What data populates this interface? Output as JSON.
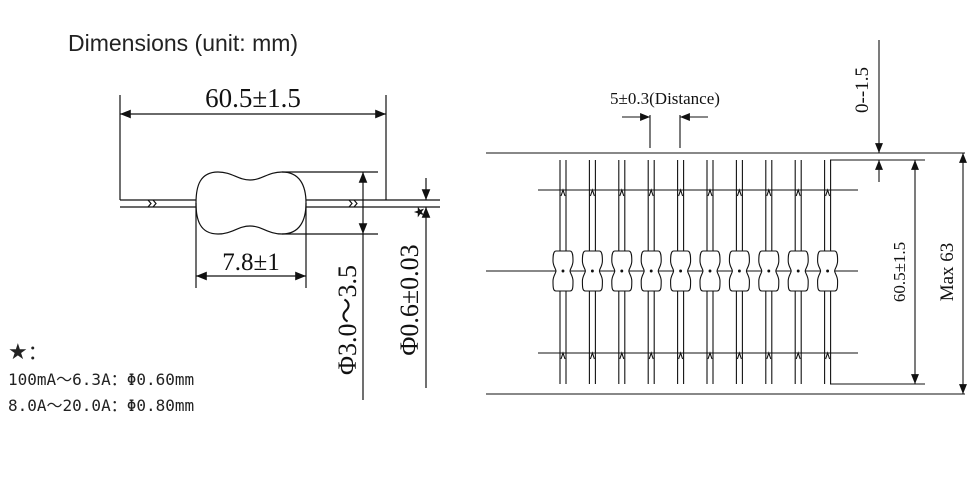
{
  "title": "Dimensions (unit: mm)",
  "component": {
    "overall_length": "60.5±1.5",
    "body_length": "7.8±1",
    "body_diameter": "Φ3.0～3.5",
    "lead_diameter": "Φ0.6±0.03",
    "lead_diameter_mark": "★"
  },
  "tape": {
    "pitch": "5±0.3(Distance)",
    "offset": "0--1.5",
    "lead_span": "60.5±1.5",
    "max_width": "Max 63"
  },
  "notes": {
    "marker": "★",
    "separator": "：",
    "lines": [
      {
        "range": "100mA～6.3A",
        "sep": "：",
        "value": "Φ0.60mm"
      },
      {
        "range": "8.0A～20.0A",
        "sep": "：",
        "value": "Φ0.80mm"
      }
    ]
  },
  "colors": {
    "line": "#1a1a1a",
    "body_fill": "#ffffff",
    "background": "#ffffff"
  }
}
